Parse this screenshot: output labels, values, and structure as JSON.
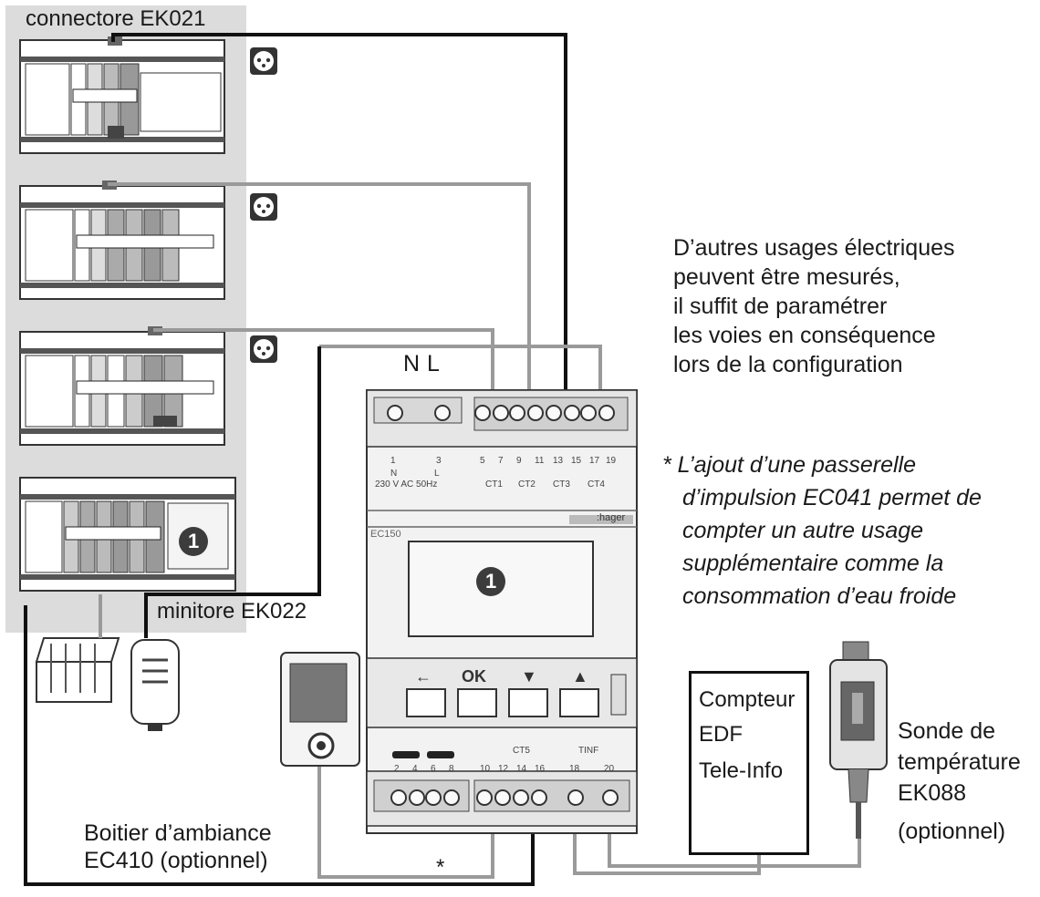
{
  "labels": {
    "connectore": "connectore EK021",
    "minitore": "minitore EK022",
    "neutral": "N",
    "live": "L",
    "badge_1": "1",
    "badge_2": "1",
    "asterisk": "*",
    "boitier_line1": "Boitier d’ambiance",
    "boitier_line2": "EC410 (optionnel)",
    "sonde_line1": "Sonde de",
    "sonde_line2": "température",
    "sonde_line3": "EK088",
    "sonde_line4": "(optionnel)"
  },
  "info_text": [
    "D’autres usages électriques",
    "peuvent être mesurés,",
    "il suffit de paramétrer",
    "les voies en conséquence",
    "lors de la configuration"
  ],
  "note_text": [
    "* L’ajout d’une passerelle",
    "d’impulsion EC041 permet de",
    "compter un autre usage",
    "supplémentaire comme la",
    "consommation d’eau froide"
  ],
  "meter": {
    "line1": "Compteur",
    "line2": "EDF",
    "line3": "Tele-Info"
  },
  "device": {
    "model": "EC150",
    "brand": ":hager",
    "top_terminals": [
      "1",
      "3",
      "5",
      "7",
      "9",
      "11",
      "13",
      "15",
      "17",
      "19"
    ],
    "top_sub": [
      "N",
      "L",
      "CT1",
      "CT2",
      "CT3",
      "CT4"
    ],
    "power_label": "230 V AC 50Hz",
    "buttons": [
      "←",
      "OK",
      "▼",
      "▲"
    ],
    "bottom_terminals": [
      "2",
      "4",
      "6",
      "8",
      "10",
      "12",
      "14",
      "16",
      "18",
      "20"
    ],
    "bottom_sub": [
      "CT5",
      "TINF"
    ]
  },
  "colors": {
    "panel_bg": "#dcdcdc",
    "wire_black": "#111111",
    "wire_grey": "#9a9a9a",
    "device_body": "#f2f2f2",
    "badge": "#3c3c3c"
  },
  "icons": {
    "socket": "socket-icon",
    "badge": "numbered-badge-icon",
    "remote": "ambiance-remote-icon",
    "sensor": "temperature-sensor-icon",
    "radiator": "radiator-icon",
    "water_heater": "water-heater-icon"
  }
}
